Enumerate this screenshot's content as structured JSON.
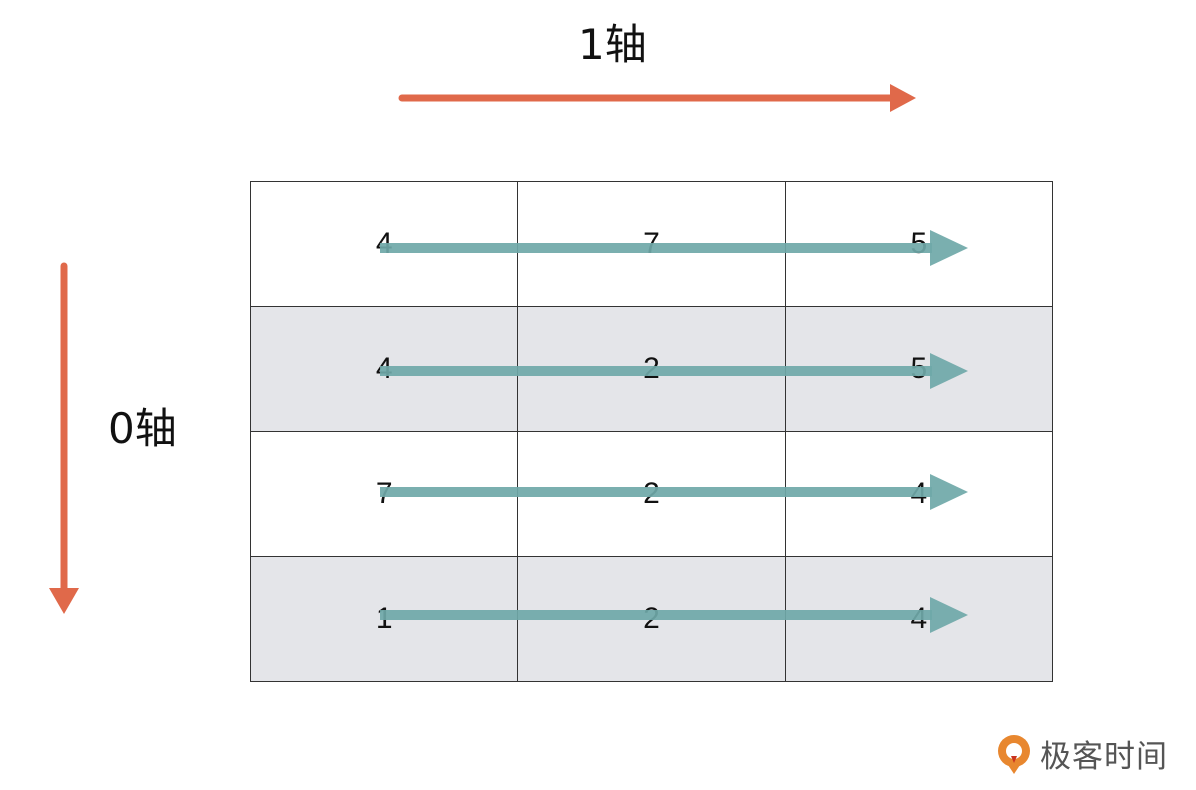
{
  "axis1": {
    "label": "1轴"
  },
  "axis0": {
    "label": "0轴"
  },
  "grid": {
    "rows": [
      [
        "4",
        "7",
        "5"
      ],
      [
        "4",
        "2",
        "5"
      ],
      [
        "7",
        "2",
        "4"
      ],
      [
        "1",
        "2",
        "4"
      ]
    ]
  },
  "colors": {
    "axis_arrow": "#e0694a",
    "row_arrow": "#6fa8a8",
    "shaded_row": "#e4e5e9"
  },
  "brand": {
    "text": "极客时间",
    "icon": "geektime-logo-icon"
  }
}
